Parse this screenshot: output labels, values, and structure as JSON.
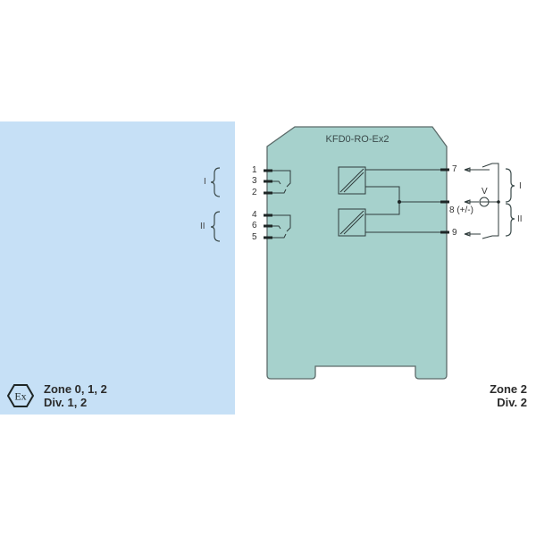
{
  "device": {
    "model": "KFD0-RO-Ex2"
  },
  "left_terminals": {
    "group_I": {
      "label": "I",
      "pins": [
        "1",
        "3",
        "2"
      ]
    },
    "group_II": {
      "label": "II",
      "pins": [
        "4",
        "6",
        "5"
      ]
    }
  },
  "right_terminals": {
    "pin_7": "7",
    "pin_8": "8 (+/-)",
    "pin_9": "9",
    "voltage_label": "V",
    "group_I_label": "I",
    "group_II_label": "II"
  },
  "zones": {
    "hazardous": {
      "line1": "Zone 0, 1, 2",
      "line2": "Div. 1, 2",
      "icon": "ex-hexagon-icon"
    },
    "safe": {
      "line1": "Zone 2",
      "line2": "Div. 2"
    }
  },
  "colors": {
    "hazard_area": "#c6e0f6",
    "module_fill": "#a6d1cc",
    "module_stroke": "#5c6b6a",
    "line": "#2f3b3b"
  }
}
